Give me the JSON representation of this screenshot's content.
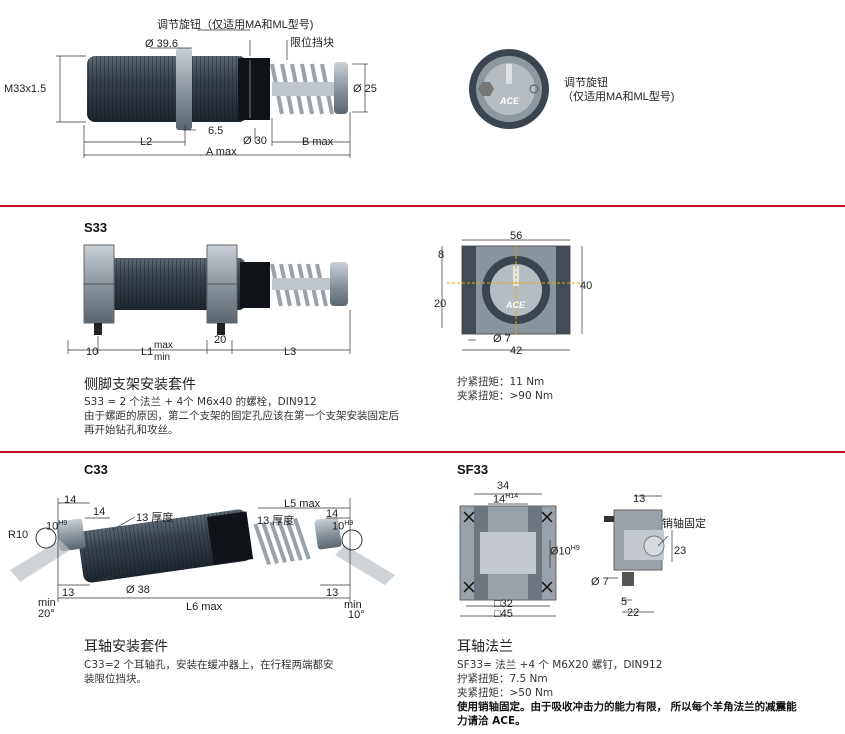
{
  "top": {
    "knob_label": "调节旋钮（仅适用MA和ML型号)",
    "stop_label": "限位挡块",
    "dim_d39_6": "Ø 39.6",
    "dim_m33": "M33x1.5",
    "dim_6_5": "6.5",
    "dim_d30": "Ø 30",
    "dim_d25": "Ø 25",
    "dim_l2": "L2",
    "dim_amax": "A max",
    "dim_bmax": "B max",
    "knob_side_label_1": "调节旋钮",
    "knob_side_label_2": "（仅适用MA和ML型号)",
    "ace": "ACE"
  },
  "s33": {
    "title": "S33",
    "dim_10": "10",
    "dim_l1": "L1",
    "dim_max": "max",
    "dim_min": "min",
    "dim_20": "20",
    "dim_l3": "L3",
    "dim_56": "56",
    "dim_8": "8",
    "dim_20v": "20",
    "dim_40": "40",
    "dim_d7": "Ø 7",
    "dim_42": "42",
    "ace": "ACE",
    "heading": "侧脚支架安装套件",
    "desc_1": "S33 = 2 个法兰 + 4个 M6x40 的螺栓，DIN912",
    "desc_2": "由于螺距的原因，第二个支架的固定孔应该在第一个支架安装固定后",
    "desc_3": "再开始钻孔和攻丝。",
    "torque_1": "拧紧扭矩：11 Nm",
    "torque_2": "夹紧扭矩：>90 Nm"
  },
  "c33": {
    "title": "C33",
    "dim_14a": "14",
    "dim_14b": "14",
    "dim_13t": "13 厚度",
    "dim_r10": "R10",
    "dim_10h9": "10",
    "h9": "H9",
    "dim_13a": "13",
    "dim_d38": "Ø 38",
    "dim_min": "min",
    "dim_20deg": "20°",
    "dim_l6": "L6 max",
    "dim_l5": "L5 max",
    "dim_13t2": "13 厚度",
    "dim_14c": "14",
    "dim_10h9b": "10",
    "h9b": "H9",
    "dim_13b": "13",
    "dim_min2": "min",
    "dim_10deg": "10°",
    "heading": "耳轴安装套件",
    "desc_1": "C33=2 个耳轴孔，安装在缓冲器上，在行程两端都安",
    "desc_2": "装限位挡块。"
  },
  "sf33": {
    "title": "SF33",
    "dim_34": "34",
    "dim_14": "14",
    "h14": "H14",
    "dim_d10": "Ø10",
    "h9": "H9",
    "dim_32": "□32",
    "dim_45": "□45",
    "dim_13": "13",
    "pin_label": "销轴固定",
    "dim_23": "23",
    "dim_d7": "Ø 7",
    "dim_5": "5",
    "dim_22": "22",
    "heading": "耳轴法兰",
    "desc_1": "SF33= 法兰 +4 个 M6X20 螺钉，DIN912",
    "desc_2": "拧紧扭矩：7.5 Nm",
    "desc_3": "夹紧扭矩：>50 Nm",
    "bold_1": "使用销轴固定。由于吸收冲击力的能力有限， 所以每个羊角法兰的减震能",
    "bold_2": "力请洽 ACE。"
  },
  "colors": {
    "rule": "#c8102e",
    "metal": "#7f8a94",
    "body": "#2f3a45"
  }
}
